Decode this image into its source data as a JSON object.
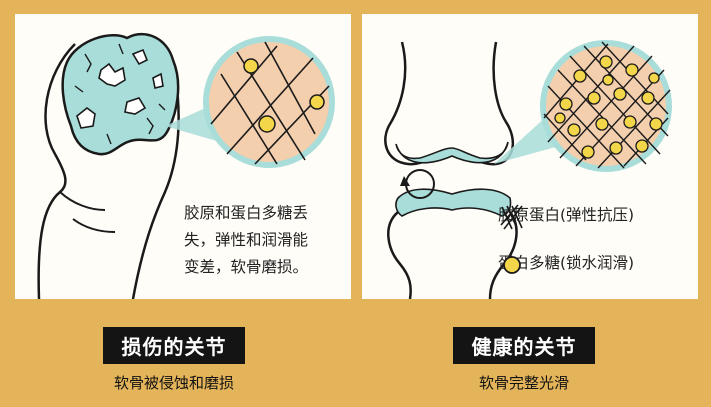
{
  "panels": {
    "damaged": {
      "caption": "损伤的关节",
      "subtitle": "软骨被侵蚀和磨损",
      "description_lines": [
        "胶原和蛋白多糖丢",
        "失，弹性和润滑能",
        "变差，软骨磨损。"
      ]
    },
    "healthy": {
      "caption": "健康的关节",
      "subtitle": "软骨完整光滑",
      "legend": [
        {
          "icon": "collagen-fibers-icon",
          "label": "胶原蛋白(弹性抗压)"
        },
        {
          "icon": "proteoglycan-dot-icon",
          "label": "蛋白多糖(锁水润滑)"
        }
      ]
    }
  },
  "colors": {
    "background": "#e3b45a",
    "cartilage": "#a9ddd9",
    "tissue": "#f4cfae",
    "proteoglycan": "#f4d64a",
    "caption_bg": "#141414"
  }
}
